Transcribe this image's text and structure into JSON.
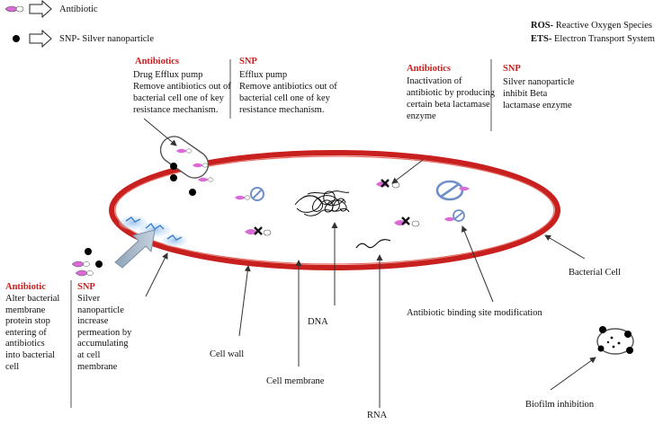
{
  "legend": {
    "antibiotic": "Antibiotic",
    "snp": "SNP- Silver nanoparticle"
  },
  "abbrev": {
    "ros_key": "ROS-",
    "ros_text": " Reactive Oxygen Species",
    "ets_key": "ETS-",
    "ets_text": " Electron Transport System"
  },
  "efflux": {
    "antibiotics_head": "Antibiotics",
    "antibiotics_text": "Drug Efflux pump\nRemove antibiotics out of\nbacterial cell one of key\nresistance mechanism.",
    "snp_head": "SNP",
    "snp_text": "Efflux pump\nRemove antibiotics out of\nbacterial cell one of key\nresistance mechanism."
  },
  "inactivation": {
    "antibiotics_head": "Antibiotics",
    "antibiotics_text": "Inactivation of\nantibiotic by producing\ncertain beta lactamase\nenzyme",
    "snp_head": "SNP",
    "snp_text": "Silver nanoparticle\ninhibit Beta\nlactamase enzyme"
  },
  "membrane": {
    "antibiotic_head": "Antibiotic",
    "antibiotic_text": "Alter bacterial\nmembrane\nprotein stop\nentering of\nantibiotics\ninto bacterial\ncell",
    "snp_head": "SNP",
    "snp_text": "Silver\nnanoparticle\nincrease\npermeation by\naccumulating\nat cell\nmembrane"
  },
  "labels": {
    "cell_wall": "Cell wall",
    "cell_membrane": "Cell membrane",
    "dna": "DNA",
    "rna": "RNA",
    "binding_site": "Antibiotic binding site modification",
    "bacterial_cell": "Bacterial Cell",
    "biofilm": "Biofilm inhibition"
  },
  "colors": {
    "cell_wall": "#c8201e",
    "antibiotic_pill": "#d96ad6",
    "snp_dot": "#000000",
    "heading_red": "#c8201e",
    "blue_symbol": "#6f8fc8"
  }
}
